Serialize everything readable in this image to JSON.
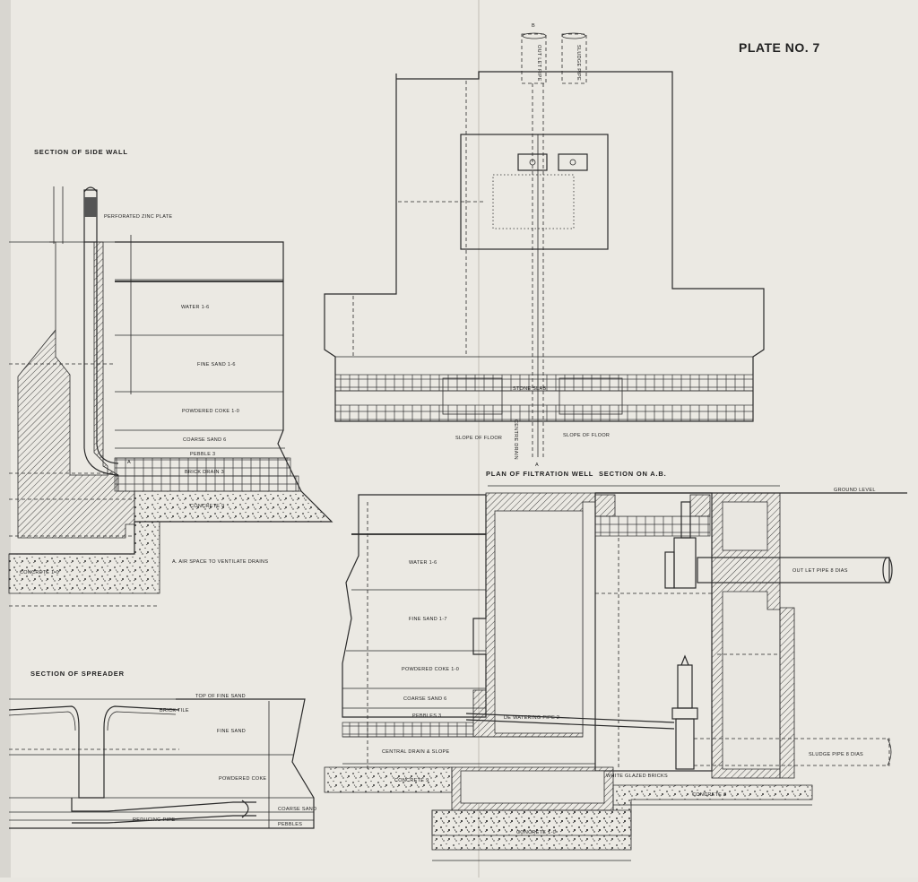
{
  "plate": {
    "title": "PLATE NO. 7"
  },
  "side_wall": {
    "title": "SECTION OF SIDE WALL",
    "perforated_label": "PERFORATED ZINC PLATE",
    "layers": [
      "WATER 1-6",
      "FINE SAND 1-6",
      "POWDERED COKE 1-0",
      "COARSE SAND 6",
      "PEBBLE 3",
      "BRICK DRAIN 3",
      "CONCRETE 9"
    ],
    "air_space": "A. AIR SPACE TO VENTILATE DRAINS",
    "concrete_base": "CONCRETE 1-0",
    "marker": "A"
  },
  "spreader": {
    "title": "SECTION OF SPREADER",
    "top_of_sand": "TOP OF FINE SAND",
    "brick_tile": "BRICK TILE",
    "fine_sand": "FINE SAND",
    "powdered_coke": "POWDERED COKE",
    "coarse_sand": "COARSE SAND",
    "pebbles": "PEBBLES",
    "reducing_pipe": "REDUCING PIPE"
  },
  "plan": {
    "title": "PLAN OF FILTRATION WELL",
    "outlet_pipe": "OUT LET PIPE",
    "sludge_pipe": "SLUDGE PIPE",
    "stone_slab": "STONE SLAB",
    "slope_left": "SLOPE OF FLOOR",
    "slope_right": "SLOPE OF FLOOR",
    "centre_drain": "CENTRE DRAIN",
    "marker_b": "B",
    "marker_a": "A"
  },
  "section_ab": {
    "title": "SECTION ON A.B.",
    "ground_level": "GROUND LEVEL",
    "outlet_pipe": "OUT LET PIPE 8 DIAS",
    "sludge_pipe": "SLUDGE PIPE 8 DIAS",
    "layers": [
      "WATER 1-6",
      "FINE SAND 1-7",
      "POWDERED COKE 1-0",
      "COARSE SAND 6",
      "PEBBLES 3"
    ],
    "dewatering": "DE WATERING PIPE 2",
    "central_drain": "CENTRAL DRAIN & SLOPE",
    "concrete_left": "CONCRETE 9",
    "white_bricks": "WHITE GLAZED BRICKS",
    "concrete_right": "CONCRETE 6",
    "concrete_bottom": "CONCRETE 1-0"
  }
}
